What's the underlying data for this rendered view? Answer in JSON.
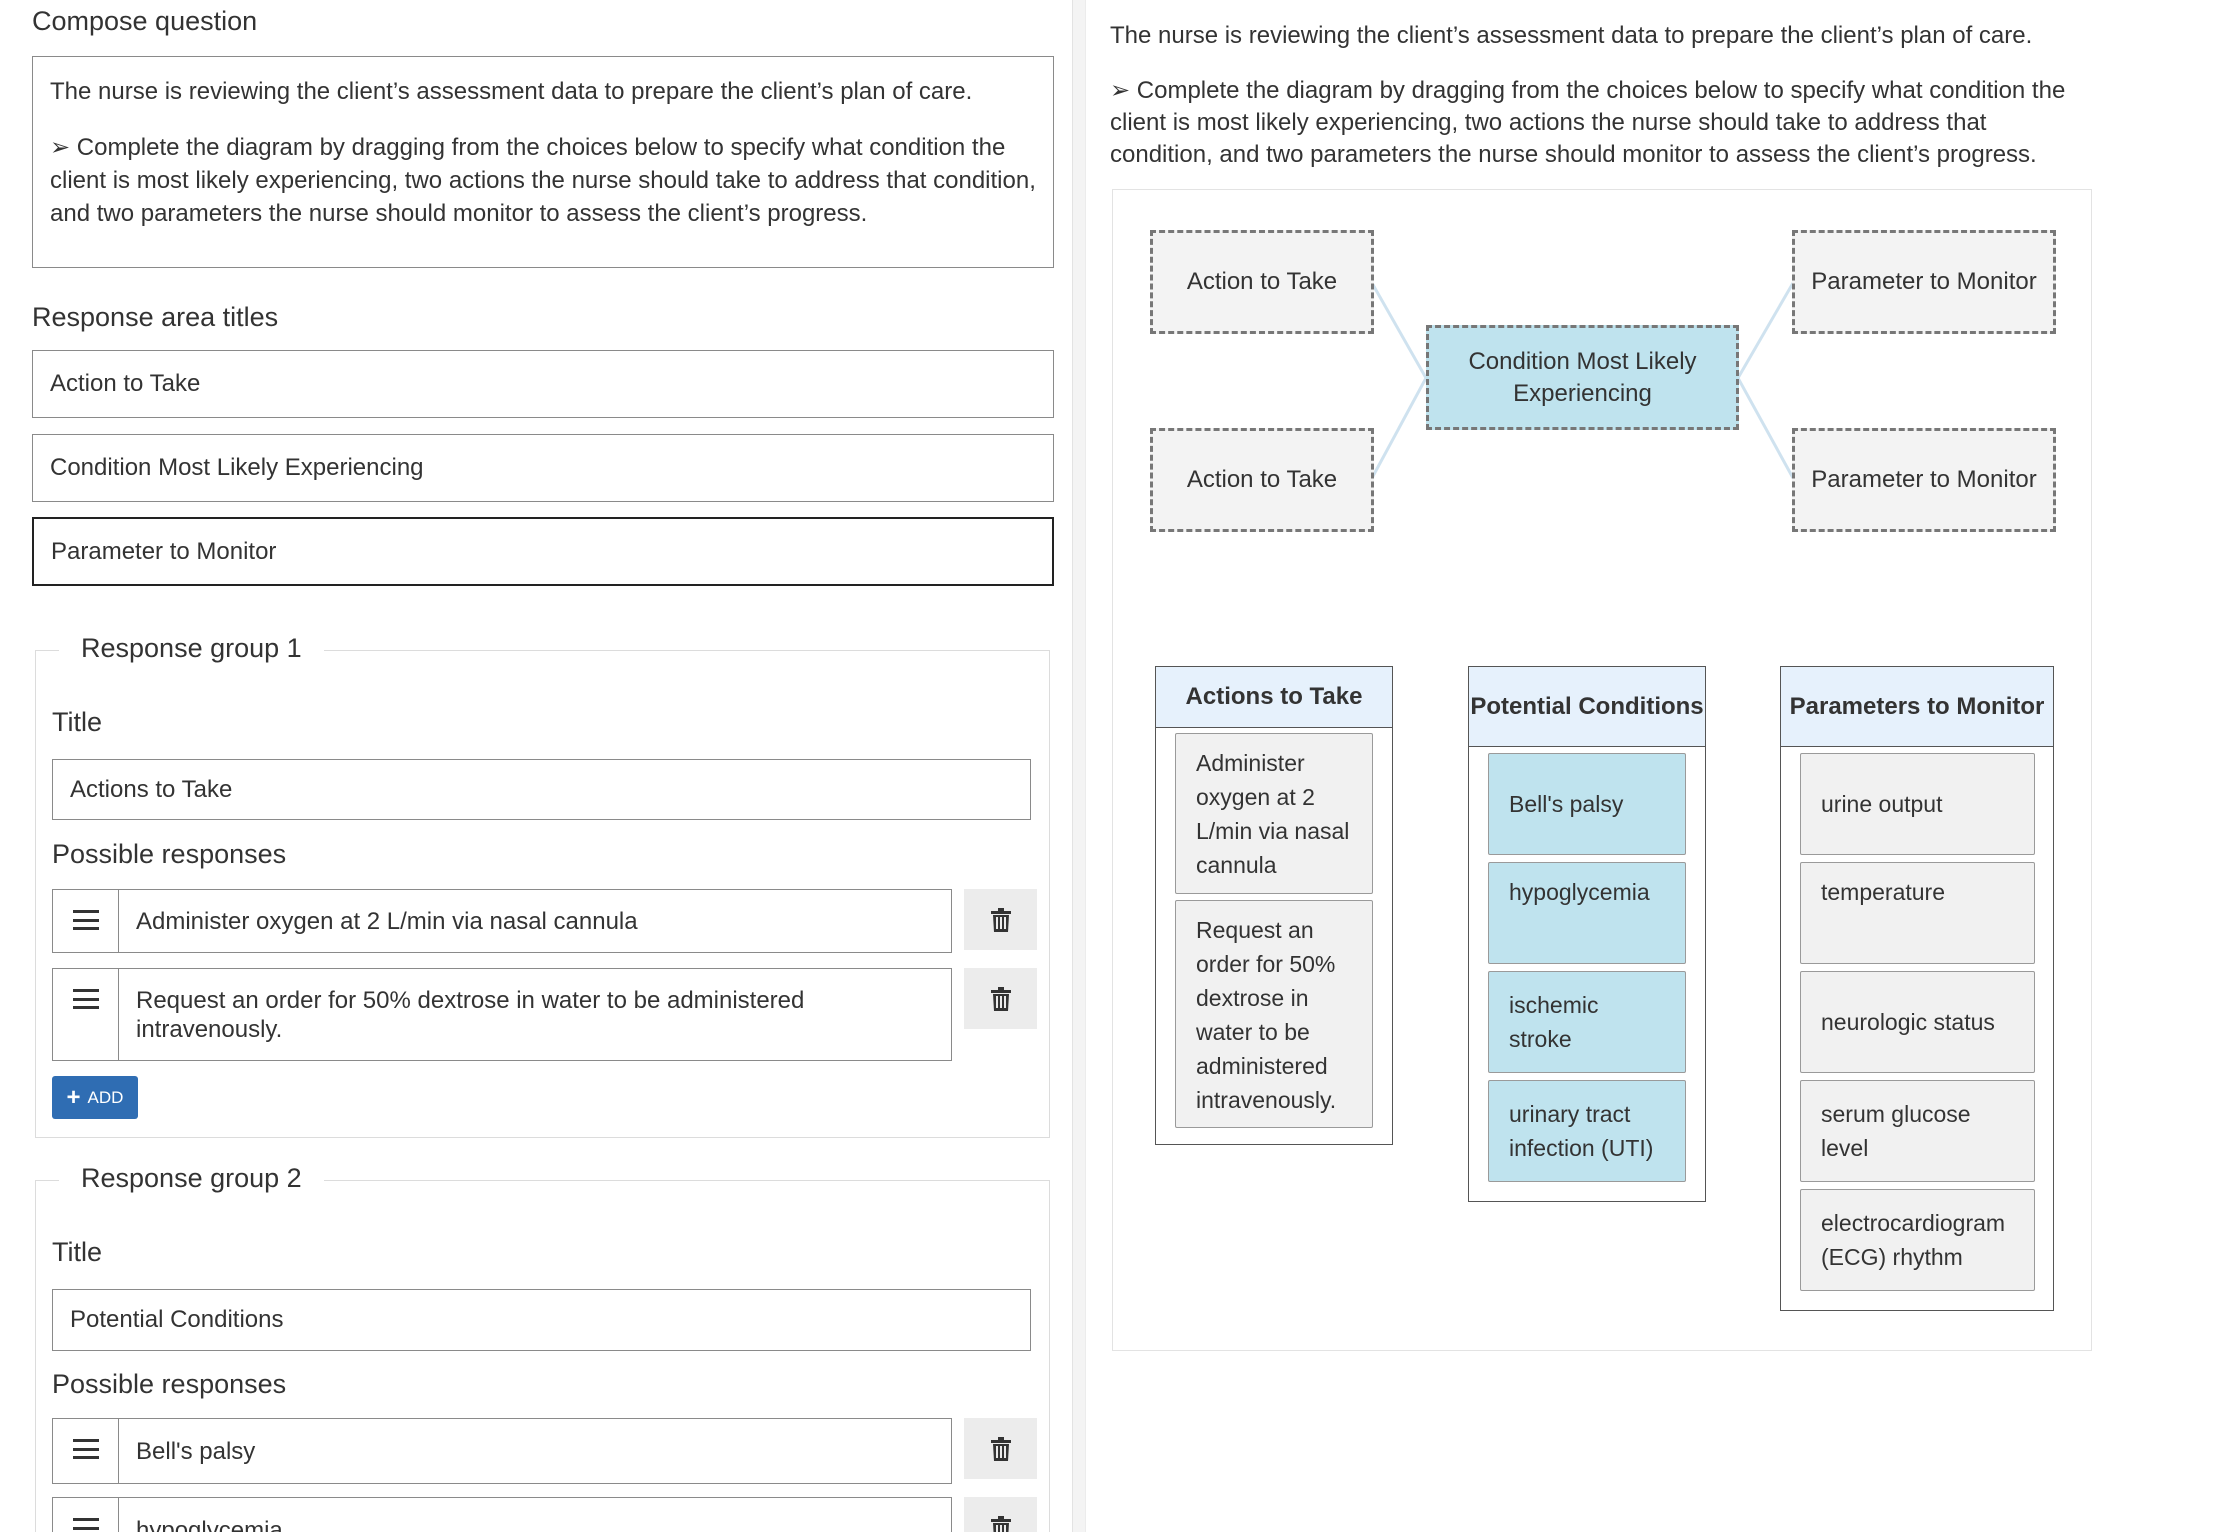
{
  "editor": {
    "compose_label": "Compose question",
    "question_line1": "The nurse is reviewing the client’s assessment data to prepare the client’s plan of care.",
    "question_line2": "➢ Complete the diagram by dragging from the choices below to specify what condition the client is most likely experiencing, two actions the nurse should take to address that condition, and two parameters the nurse should monitor to assess the client’s progress.",
    "response_area_label": "Response area titles",
    "area_titles": [
      "Action to Take",
      "Condition Most Likely Experiencing",
      "Parameter to Monitor"
    ],
    "groups": [
      {
        "legend": "Response group 1",
        "title_label": "Title",
        "title_value": "Actions to Take",
        "responses_label": "Possible responses",
        "responses": [
          "Administer oxygen at 2 L/min via nasal cannula",
          "Request an order for 50% dextrose in water to be administered intravenously."
        ],
        "add_label": "ADD"
      },
      {
        "legend": "Response group 2",
        "title_label": "Title",
        "title_value": "Potential Conditions",
        "responses_label": "Possible responses",
        "responses": [
          "Bell's palsy",
          "hypoglycemia"
        ]
      }
    ]
  },
  "preview": {
    "prompt_line1": "The nurse is reviewing the client’s assessment data to prepare the client’s plan of care.",
    "prompt_line2": "➢ Complete the diagram by dragging from the choices below to specify what condition the client is most likely experiencing, two actions the nurse should take to address that condition, and two parameters the nurse should monitor to assess the client’s progress.",
    "diagram": {
      "action_slots": [
        "Action to Take",
        "Action to Take"
      ],
      "condition_slot": "Condition Most Likely Experiencing",
      "parameter_slots": [
        "Parameter to Monitor",
        "Parameter to Monitor"
      ]
    },
    "columns": [
      {
        "title": "Actions to Take",
        "items": [
          "Administer oxygen at 2 L/min via nasal cannula",
          "Request an order for 50% dextrose in water to be administered intravenously."
        ]
      },
      {
        "title": "Potential Conditions",
        "items": [
          "Bell's palsy",
          "hypoglycemia",
          "ischemic stroke",
          "urinary tract infection (UTI)"
        ]
      },
      {
        "title": "Parameters to Monitor",
        "items": [
          "urine output",
          "temperature",
          "neurologic status",
          "serum glucose level",
          "electrocardiogram (ECG) rhythm"
        ]
      }
    ]
  },
  "colors": {
    "accent": "#2f6db3",
    "condition_fill": "#bfe3ee",
    "column_header": "#e6f1fc"
  }
}
